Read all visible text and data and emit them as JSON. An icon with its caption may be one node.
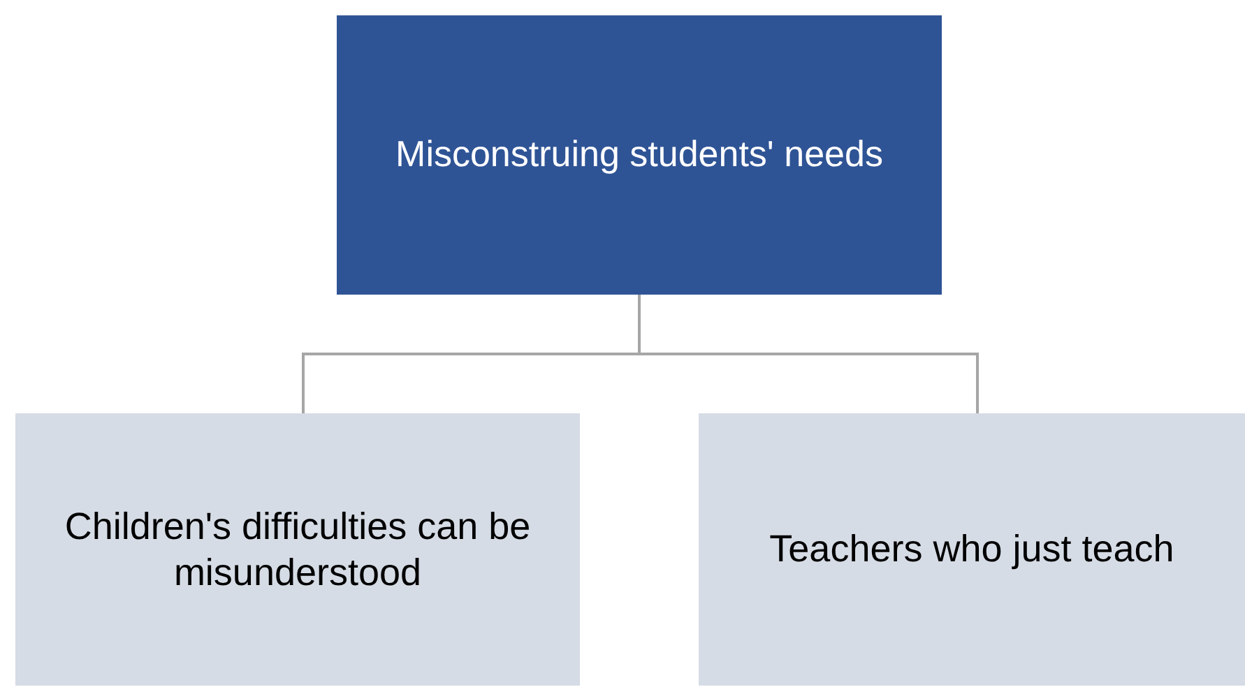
{
  "diagram": {
    "nodes": [
      {
        "text": [
          "Misconstruing students' needs"
        ]
      },
      {
        "text": [
          "Children's difficulties can be misunderstood"
        ]
      },
      {
        "text": [
          "Teachers who just teach"
        ]
      }
    ],
    "edges": [
      {
        "from": 0,
        "to": 1,
        "arrow": "none"
      },
      {
        "from": 0,
        "to": 2,
        "arrow": "none"
      }
    ]
  }
}
